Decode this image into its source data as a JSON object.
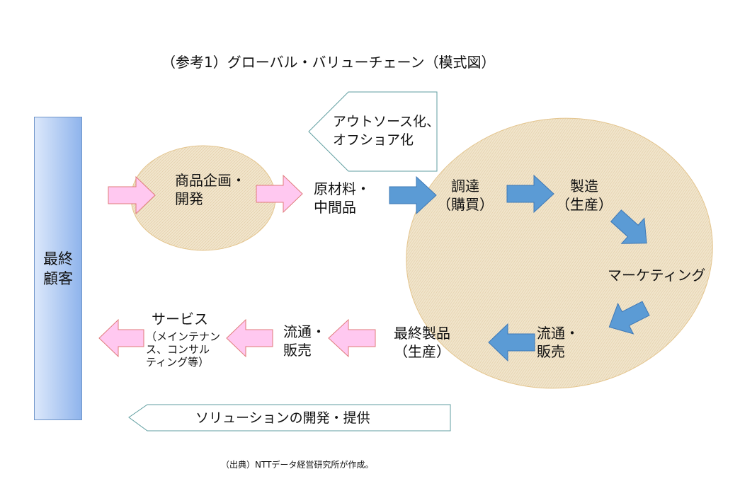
{
  "title": "（参考1）グローバル・バリューチェーン（模式図）",
  "source_note": "（出典）NTTデータ経営研究所が作成。",
  "customer": {
    "line1": "最終",
    "line2": "顧客"
  },
  "outsource_callout": {
    "line1": "アウトソース化、",
    "line2": "オフショア化"
  },
  "solution_callout": {
    "label": "ソリューションの開発・提供"
  },
  "stages": {
    "planning": {
      "line1": "商品企画・",
      "line2": "開発"
    },
    "materials": {
      "line1": "原材料・",
      "line2": "中間品"
    },
    "procurement": {
      "line1": "調達",
      "line2": "（購買）"
    },
    "manufacturing": {
      "line1": "製造",
      "line2": "（生産）"
    },
    "marketing": {
      "line1": "マーケティング"
    },
    "distribution_right": {
      "line1": "流通・",
      "line2": "販売"
    },
    "final_product": {
      "line1": "最終製品",
      "line2": "（生産）"
    },
    "distribution_left": {
      "line1": "流通・",
      "line2": "販売"
    },
    "service": {
      "line1": "サービス",
      "line2": "（メインテナン",
      "line3": "ス、コンサル",
      "line4": "ティング等）"
    }
  },
  "colors": {
    "pink_arrow_fill": "#ffc8f0",
    "pink_arrow_stroke": "#e07a7a",
    "blue_arrow_fill": "#5b9bd5",
    "blue_arrow_stroke": "#3e78b5",
    "ellipse_fill": "#efe2c6",
    "ellipse_stroke": "#e0bf86",
    "customer_bar": "#8fb4ec",
    "callout_stroke": "#5f9ea0"
  }
}
